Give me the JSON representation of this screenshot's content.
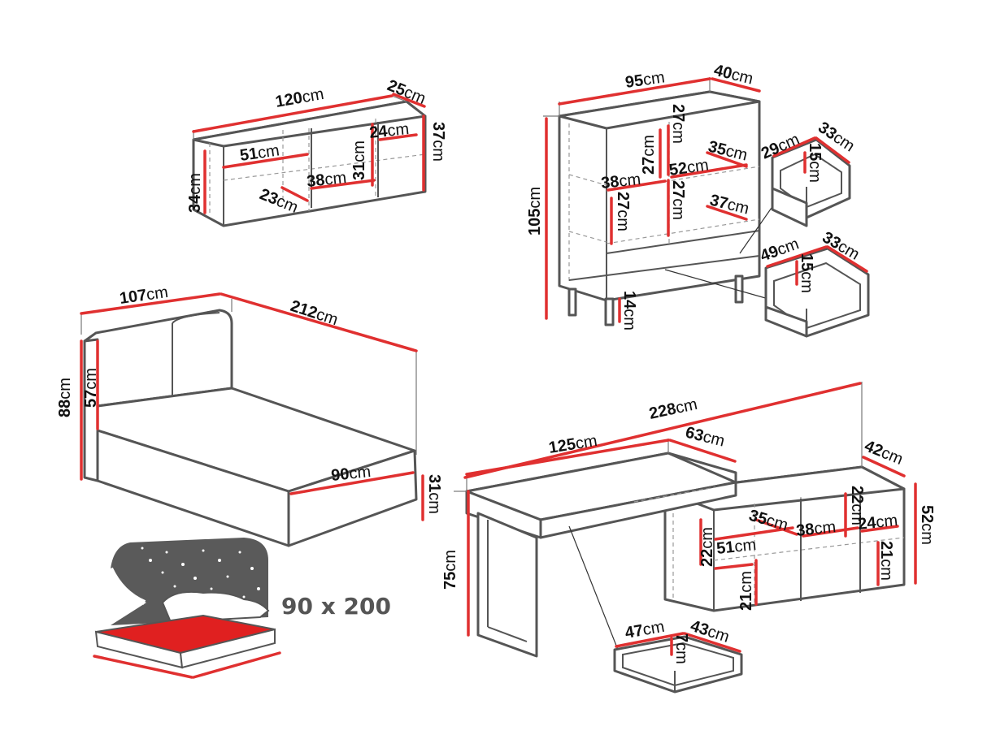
{
  "colors": {
    "dimension": "#e03030",
    "outline": "#555555",
    "mattress": "#e02020",
    "panel": "#5a5a5a"
  },
  "labels": {
    "shelf_width": "120",
    "shelf_depth": "25",
    "shelf_height": "37",
    "shelf_side_height": "34",
    "shelf_comp_left": "51",
    "shelf_comp_left_depth": "23",
    "shelf_comp_mid": "38",
    "shelf_comp_mid_height": "31",
    "shelf_comp_right": "24",
    "cab_width": "95",
    "cab_depth": "40",
    "cab_height": "105",
    "cab_top_height": "27",
    "cab_mid_height_a": "27",
    "cab_left_height": "27",
    "cab_mid_height_b": "27",
    "cab_left_width": "38",
    "cab_mid_width": "52",
    "cab_depth_upper": "35",
    "cab_depth_lower": "37",
    "cab_leg_height": "14",
    "drawer1_width": "29",
    "drawer1_depth": "33",
    "drawer1_height": "15",
    "drawer2_width": "49",
    "drawer2_depth": "33",
    "drawer2_height": "15",
    "bed_width": "107",
    "bed_length": "212",
    "bed_height": "88",
    "bed_headboard": "57",
    "bed_mattress_width": "90",
    "bed_base_height": "31",
    "desk_total": "228",
    "desk_width": "125",
    "desk_depth": "63",
    "desk_height": "75",
    "sb_depth": "42",
    "sb_height": "52",
    "sb_top_a": "22",
    "sb_comp_35": "35",
    "sb_comp_38": "38",
    "sb_comp_24": "24",
    "sb_left_22": "22",
    "sb_comp_51": "51",
    "sb_left_21": "21",
    "sb_right_21": "21",
    "desk_drawer_width": "47",
    "desk_drawer_depth": "43",
    "desk_drawer_height": "7",
    "unit": "cm",
    "mattress_size": "90 x 200"
  }
}
